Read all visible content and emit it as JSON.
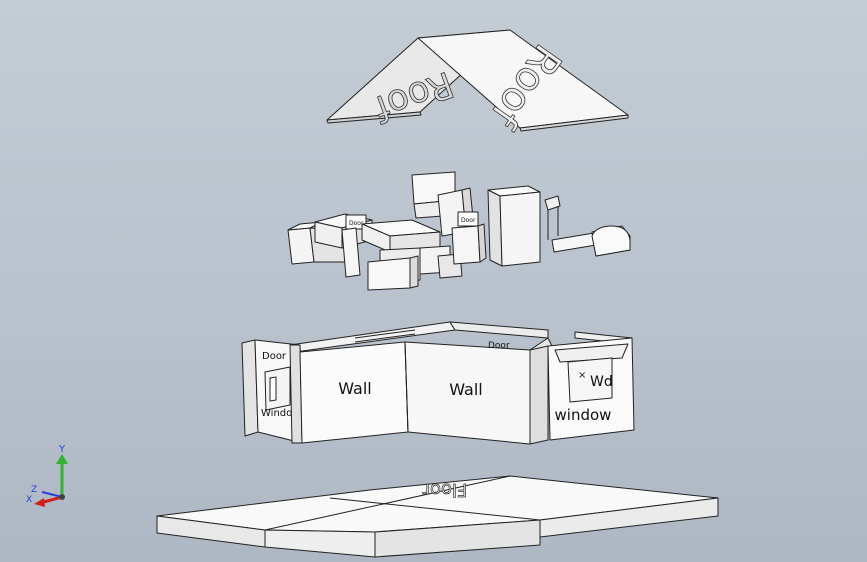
{
  "model": {
    "roof": {
      "label_front": "Roof",
      "label_back": "Roof"
    },
    "furniture": {
      "door_labels": [
        "Door",
        "Door"
      ]
    },
    "walls": {
      "door_label_left": "Door",
      "window_label_left": "Window",
      "wall_label_1": "Wall",
      "wall_label_2": "Wall",
      "door_label_back": "Door",
      "window_label_right": "window",
      "wd_label": "Wd",
      "x_mark": "×"
    },
    "floor": {
      "label": "Floor"
    }
  },
  "triad": {
    "y_label": "Y",
    "z_label": "Z",
    "x_label": "X",
    "colors": {
      "x": "#d01f1f",
      "y": "#2fb52f",
      "z": "#2a3fd4"
    }
  }
}
